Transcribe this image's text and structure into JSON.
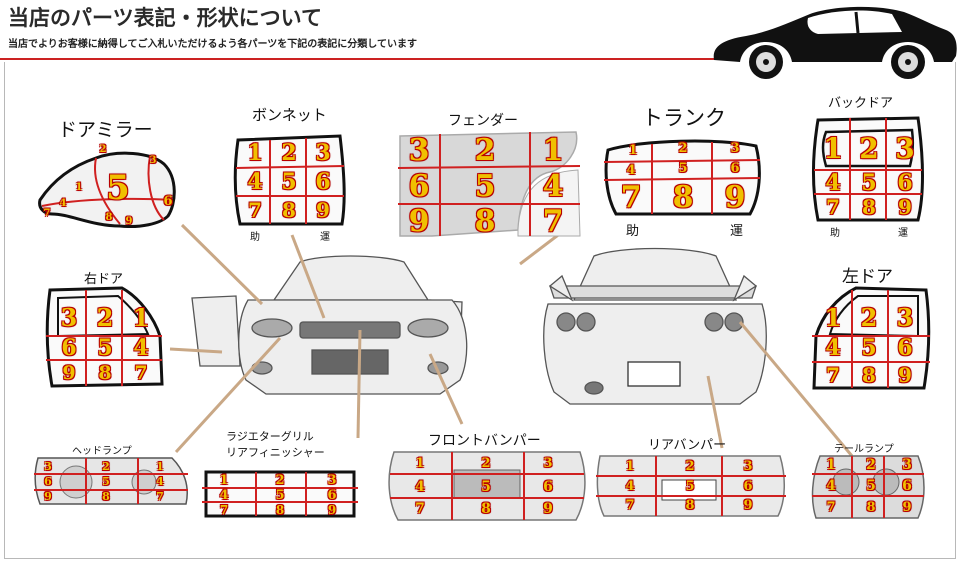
{
  "header": {
    "title": "当店のパーツ表記・形状について",
    "subtitle": "当店でよりお客様に納得してご入札いただけるよう各パーツを下記の表記に分類しています"
  },
  "colors": {
    "accent_red": "#cc2222",
    "number_fill": "#f0c000",
    "number_outline": "#b80000",
    "leader_line": "#c9a886"
  },
  "parts": {
    "door_mirror": {
      "label": "ドアミラー",
      "numbers": [
        "1",
        "2",
        "3",
        "4",
        "5",
        "6",
        "7",
        "8",
        "9"
      ]
    },
    "bonnet": {
      "label": "ボンネット",
      "numbers": [
        "1",
        "2",
        "3",
        "4",
        "5",
        "6",
        "7",
        "8",
        "9"
      ],
      "left_note": "助",
      "right_note": "運"
    },
    "fender": {
      "label": "フェンダー",
      "numbers": [
        "3",
        "2",
        "1",
        "6",
        "5",
        "4",
        "9",
        "8",
        "7"
      ]
    },
    "trunk": {
      "label": "トランク",
      "numbers": [
        "1",
        "2",
        "3",
        "4",
        "5",
        "6",
        "7",
        "8",
        "9"
      ],
      "left_note": "助",
      "right_note": "運"
    },
    "back_door": {
      "label": "バックドア",
      "numbers": [
        "1",
        "2",
        "3",
        "4",
        "5",
        "6",
        "7",
        "8",
        "9"
      ],
      "left_note": "助",
      "right_note": "運"
    },
    "right_door": {
      "label": "右ドア",
      "numbers": [
        "3",
        "2",
        "1",
        "6",
        "5",
        "4",
        "9",
        "8",
        "7"
      ]
    },
    "left_door": {
      "label": "左ドア",
      "numbers": [
        "1",
        "2",
        "3",
        "4",
        "5",
        "6",
        "7",
        "8",
        "9"
      ]
    },
    "headlamp": {
      "label": "ヘッドランプ",
      "numbers": [
        "3",
        "2",
        "1",
        "6",
        "5",
        "4",
        "9",
        "8",
        "7"
      ]
    },
    "radiator_grille": {
      "label_line1": "ラジエターグリル",
      "label_line2": "リアフィニッシャー",
      "numbers": [
        "1",
        "2",
        "3",
        "4",
        "5",
        "6",
        "7",
        "8",
        "9"
      ]
    },
    "front_bumper": {
      "label": "フロントバンパー",
      "numbers": [
        "1",
        "2",
        "3",
        "4",
        "5",
        "6",
        "7",
        "8",
        "9"
      ]
    },
    "rear_bumper": {
      "label": "リアバンパー",
      "numbers": [
        "1",
        "2",
        "3",
        "4",
        "5",
        "6",
        "7",
        "8",
        "9"
      ]
    },
    "tail_lamp": {
      "label": "テールランプ",
      "numbers": [
        "1",
        "2",
        "3",
        "4",
        "5",
        "6",
        "7",
        "8",
        "9"
      ]
    }
  }
}
